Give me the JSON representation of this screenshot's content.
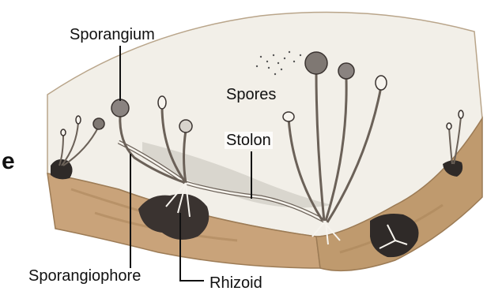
{
  "labels": {
    "sporangium": "Sporangium",
    "spores": "Spores",
    "stolon": "Stolon",
    "sporangiophore": "Sporangiophore",
    "rhizoid": "Rhizoid",
    "edge_fragment": "e"
  },
  "colors": {
    "bread_top": "#f2efe8",
    "bread_side": "#c9a37a",
    "crust_shade": "#a88256",
    "mold_dark": "#2f2a28",
    "hypha_stroke": "#6b6158",
    "hypha_fill": "#f7f4ee",
    "leader_line": "#111111"
  }
}
